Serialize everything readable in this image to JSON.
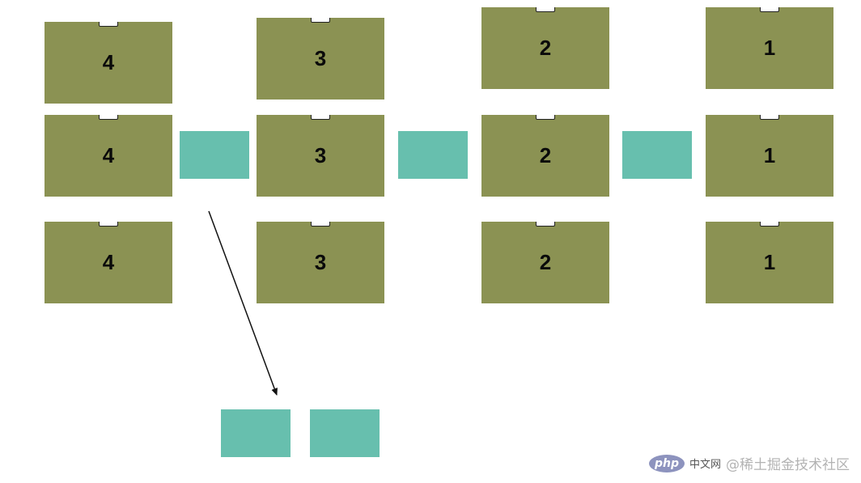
{
  "diagram": {
    "columns": [
      {
        "label": "4"
      },
      {
        "label": "3"
      },
      {
        "label": "2"
      },
      {
        "label": "1"
      }
    ],
    "colors": {
      "box_fill": "#8b9253",
      "teal_fill": "#67bfae",
      "arrow": "#111111",
      "background": "#ffffff"
    }
  },
  "watermark": {
    "logo_text": "php",
    "site_text": "中文网",
    "author_text": "@稀土掘金技术社区"
  }
}
